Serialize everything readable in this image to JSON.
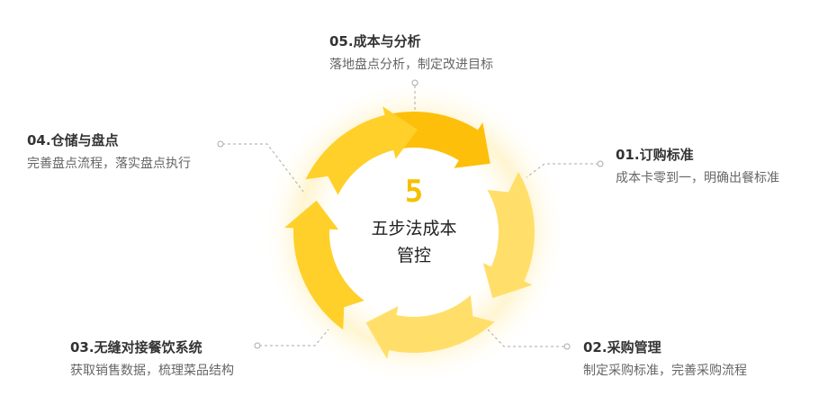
{
  "colors": {
    "arrow_dark": "#fdbf0a",
    "arrow_mid": "#ffd02a",
    "arrow_light": "#ffdf6a",
    "center_icon": "#f5c000",
    "connector": "#aaaaaa"
  },
  "center": {
    "icon_glyph": "5",
    "icon_name": "number-five-icon",
    "title_line1": "五步法成本",
    "title_line2": "管控"
  },
  "steps": [
    {
      "title": "01.订购标准",
      "desc": "成本卡零到一，明确出餐标准"
    },
    {
      "title": "02.采购管理",
      "desc": "制定采购标准，完善采购流程"
    },
    {
      "title": "03.无缝对接餐饮系统",
      "desc": "获取销售数据，梳理菜品结构"
    },
    {
      "title": "04.仓储与盘点",
      "desc": "完善盘点流程，落实盘点执行"
    },
    {
      "title": "05.成本与分析",
      "desc": "落地盘点分析，制定改进目标"
    }
  ]
}
